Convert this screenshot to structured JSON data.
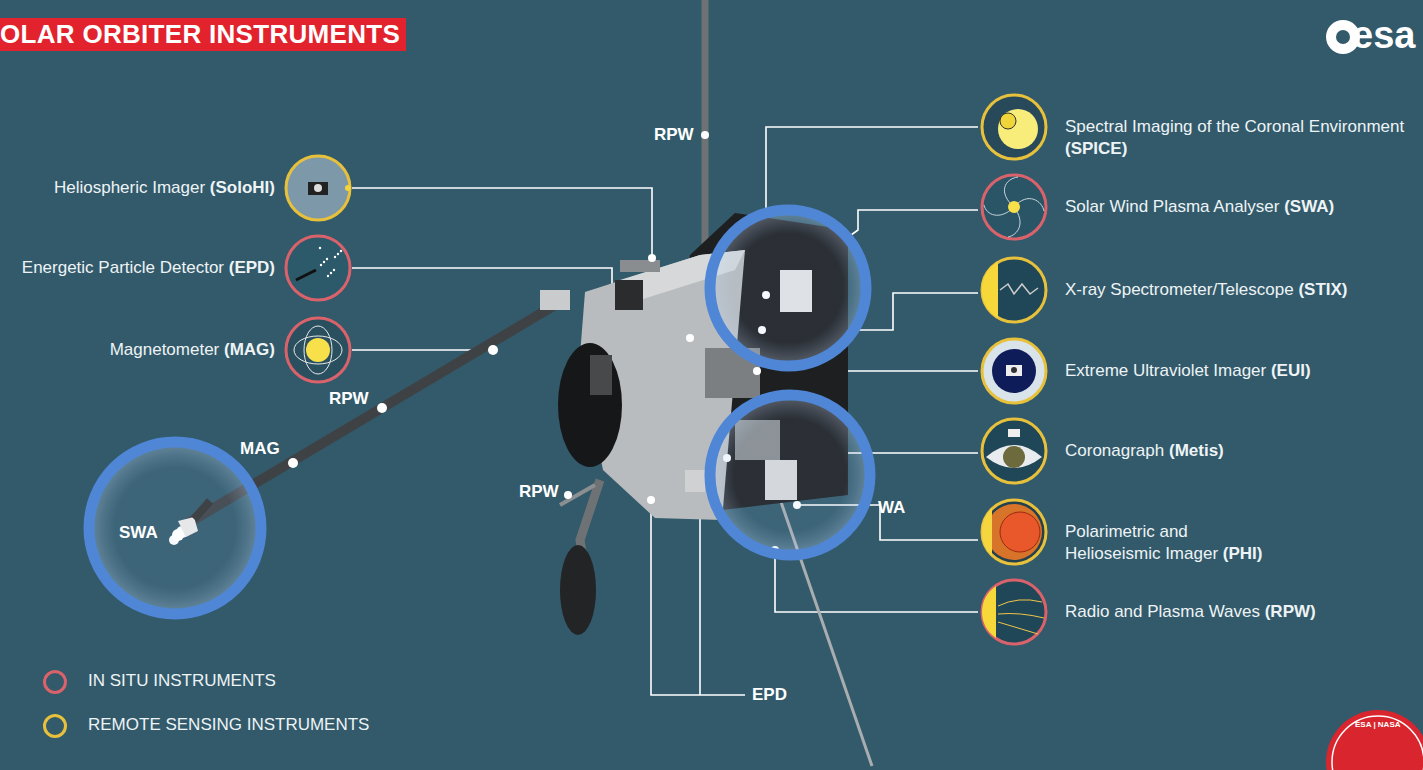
{
  "diagram": {
    "title": "OLAR ORBITER INSTRUMENTS",
    "nodes": [
      {
        "text": [
          "Heliospheric Imager (SoloHI)"
        ]
      },
      {
        "text": [
          "Energetic Particle Detector (EPD)"
        ]
      },
      {
        "text": [
          "Magnetometer (MAG)"
        ]
      },
      {
        "text": [
          "Spectral Imaging of the Coronal Environment (SPICE)"
        ]
      },
      {
        "text": [
          "Solar Wind Plasma Analyser (SWA)"
        ]
      },
      {
        "text": [
          "X-ray Spectrometer/Telescope (STIX)"
        ]
      },
      {
        "text": [
          "Extreme Ultraviolet Imager (EUI)"
        ]
      },
      {
        "text": [
          "Coronagraph (Metis)"
        ]
      },
      {
        "text": [
          "Polarimetric and Helioseismic Imager (PHI)"
        ]
      },
      {
        "text": [
          "Radio and Plasma Waves (RPW)"
        ]
      },
      {
        "text": [
          "SWA"
        ]
      }
    ],
    "labels": [
      "esa",
      "RPW",
      "RPW",
      "MAG",
      "RPW",
      "WA",
      "EPD",
      "ESA | NASA"
    ],
    "legend": [
      {
        "text": "IN SITU INSTRUMENTS",
        "color": "#d9626b"
      },
      {
        "text": "REMOTE SENSING INSTRUMENTS",
        "color": "#e8c13c"
      }
    ]
  }
}
